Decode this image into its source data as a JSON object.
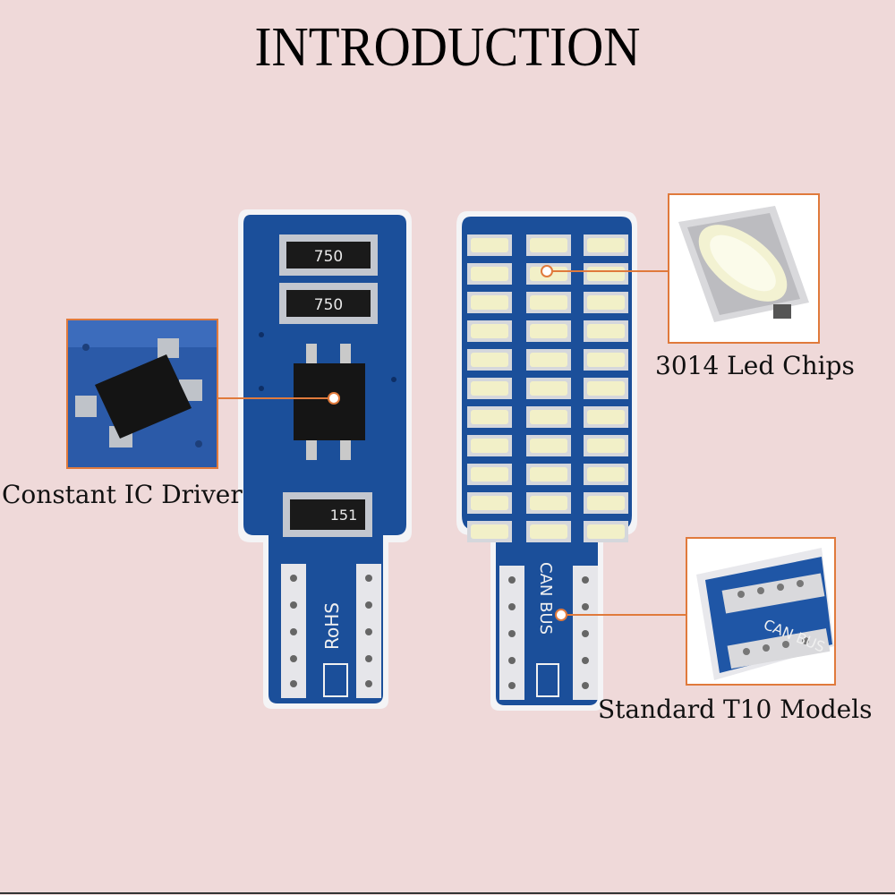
{
  "page": {
    "title": "INTRODUCTION",
    "background": "#efd9d9",
    "accent": "#e07a3c"
  },
  "labels": {
    "led_chips": "3014 Led Chips",
    "ic_driver": "Constant IC Driver",
    "t10_models": "Standard T10 Models"
  },
  "board_left": {
    "resistor_top_1": "750",
    "resistor_top_2": "750",
    "resistor_bottom": "151",
    "marking": "RoHS"
  },
  "board_right": {
    "marking": "CAN BUS"
  },
  "inset_t10": {
    "marking": "CAN BUS"
  },
  "colors": {
    "pcb_blue": "#1b4f9a",
    "pcb_edge": "#ffffff",
    "led_yellow": "#f2f0c8",
    "pad_silver": "#c9c9c9"
  }
}
